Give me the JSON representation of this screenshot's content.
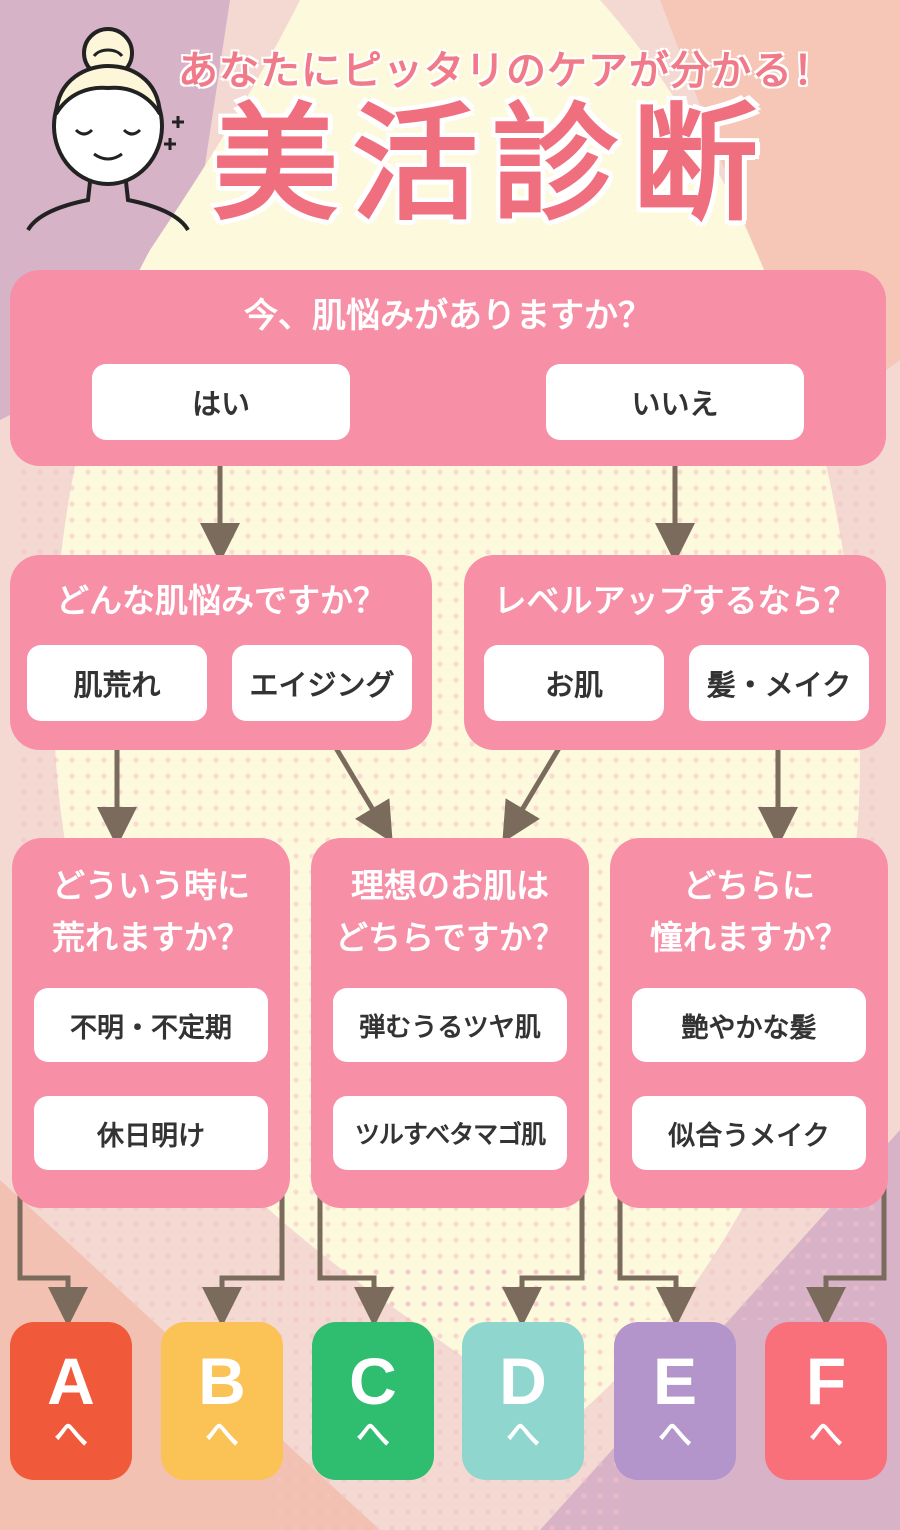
{
  "header": {
    "subtitle": "あなたにピッタリのケアが分かる！",
    "title": "美活診断"
  },
  "q1": {
    "question": "今、肌悩みがありますか？",
    "yes": "はい",
    "no": "いいえ"
  },
  "q2a": {
    "question": "どんな肌悩みですか？",
    "opt1": "肌荒れ",
    "opt2": "エイジング"
  },
  "q2b": {
    "question": "レベルアップするなら？",
    "opt1": "お肌",
    "opt2": "髪・メイク"
  },
  "q3a": {
    "line1": "どういう時に",
    "line2": "荒れますか？",
    "opt1": "不明・不定期",
    "opt2": "休日明け"
  },
  "q3b": {
    "line1": "理想のお肌は",
    "line2": "どちらですか？",
    "opt1": "弾むうるツヤ肌",
    "opt2": "ツルすべタマゴ肌"
  },
  "q3c": {
    "line1": "どちらに",
    "line2": "憧れますか？",
    "opt1": "艶やかな髪",
    "opt2": "似合うメイク"
  },
  "results": [
    {
      "letter": "A",
      "suffix": "へ",
      "color": "#f05a3a"
    },
    {
      "letter": "B",
      "suffix": "へ",
      "color": "#fbc255"
    },
    {
      "letter": "C",
      "suffix": "へ",
      "color": "#2fbd6f"
    },
    {
      "letter": "D",
      "suffix": "へ",
      "color": "#8fd6cf"
    },
    {
      "letter": "E",
      "suffix": "へ",
      "color": "#b395cb"
    },
    {
      "letter": "F",
      "suffix": "へ",
      "color": "#f96f7a"
    }
  ],
  "colors": {
    "box": "#f78fa7",
    "arrow": "#7a6b5c",
    "title": "#f06f7e"
  },
  "icons": {
    "character": "woman-face-icon",
    "sparkle": "sparkle-icon"
  }
}
